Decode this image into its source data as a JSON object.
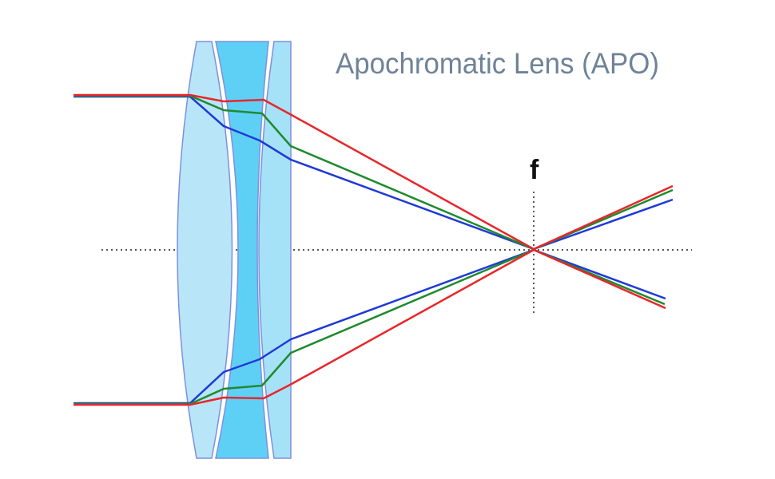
{
  "title": "Apochromatic Lens (APO)",
  "focal_label": "f",
  "colors": {
    "title": "#6f8398",
    "lens_light": "#b8e6f8",
    "lens_dark": "#5fd0f5",
    "lens_edge": "#7f8fe0",
    "ray_red": "#e8262a",
    "ray_green": "#1f8a2e",
    "ray_blue": "#1f3ad6",
    "axis": "#555555"
  },
  "rays": [
    "red",
    "green",
    "blue"
  ]
}
